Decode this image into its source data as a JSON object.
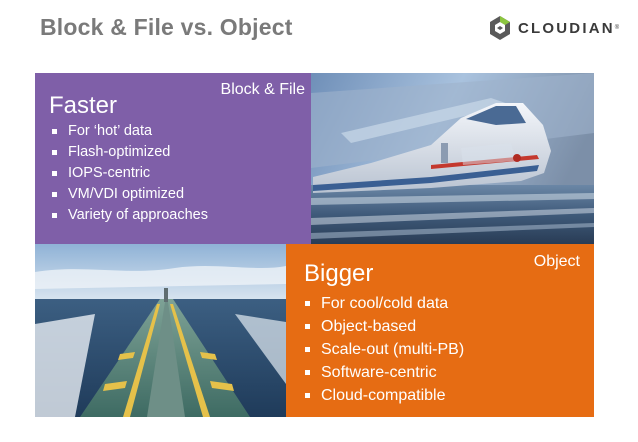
{
  "slide": {
    "title": "Block & File vs. Object"
  },
  "logo": {
    "text": "CLOUDIAN",
    "tm": "®",
    "icon": "cloudian-hexagon-icon"
  },
  "block_file": {
    "heading": "Faster",
    "tag": "Block & File",
    "items": [
      "For ‘hot’ data",
      "Flash-optimized",
      "IOPS-centric",
      "VM/VDI optimized",
      "Variety of approaches"
    ],
    "color": "#7f5fa8"
  },
  "object": {
    "heading": "Bigger",
    "tag": "Object",
    "items": [
      "For cool/cold data",
      "Object-based",
      "Scale-out (multi-PB)",
      "Software-centric",
      "Cloud-compatible"
    ],
    "color": "#e66c13"
  },
  "images": {
    "train": "high-speed-train-photo",
    "ship": "tanker-ship-deck-photo"
  }
}
